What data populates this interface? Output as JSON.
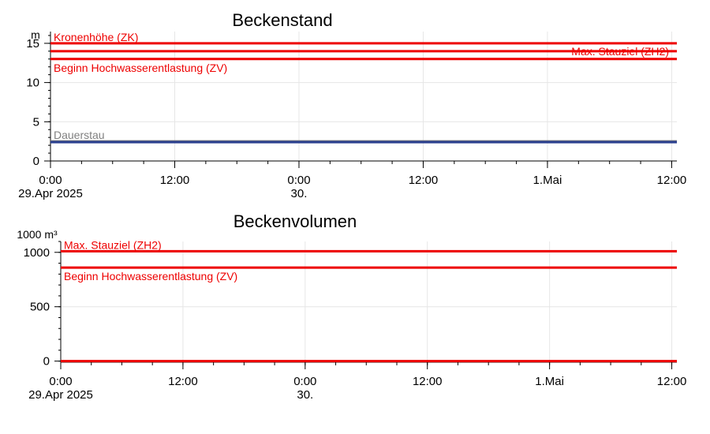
{
  "chart_data": [
    {
      "type": "line",
      "title": "Beckenstand",
      "ylabel": "m",
      "xlim": [
        "2025-04-29 00:00",
        "2025-05-01 12:30"
      ],
      "ylim": [
        0,
        16.5
      ],
      "yticks": [
        0,
        5,
        10,
        15
      ],
      "xticks": [
        {
          "t": "2025-04-29 00:00",
          "label": "0:00",
          "sublabel": "29.Apr 2025"
        },
        {
          "t": "2025-04-29 12:00",
          "label": "12:00",
          "sublabel": ""
        },
        {
          "t": "2025-04-30 00:00",
          "label": "0:00",
          "sublabel": "30."
        },
        {
          "t": "2025-04-30 12:00",
          "label": "12:00",
          "sublabel": ""
        },
        {
          "t": "2025-05-01 00:00",
          "label": "1.Mai",
          "sublabel": ""
        },
        {
          "t": "2025-05-01 12:00",
          "label": "12:00",
          "sublabel": ""
        }
      ],
      "grid": true,
      "reference_lines": [
        {
          "label": "Kronenhöhe (ZK)",
          "value": 15.0,
          "color": "#ee0000",
          "label_position": "left"
        },
        {
          "label": "Max. Stauziel (ZH2)",
          "value": 14.0,
          "color": "#ee0000",
          "label_position": "right"
        },
        {
          "label": "Beginn Hochwasserentlastung (ZV)",
          "value": 13.0,
          "color": "#ee0000",
          "label_position": "left"
        },
        {
          "label": "Dauerstau",
          "value": 2.5,
          "color": "#808080",
          "label_position": "left"
        }
      ],
      "series": [
        {
          "color": "#2a3f8f",
          "x": [
            "2025-04-29 00:00",
            "2025-05-01 12:30"
          ],
          "y": [
            2.4,
            2.4
          ]
        }
      ]
    },
    {
      "type": "line",
      "title": "Beckenvolumen",
      "ylabel": "1000 m³",
      "xlim": [
        "2025-04-29 00:00",
        "2025-05-01 12:30"
      ],
      "ylim": [
        -10,
        1100
      ],
      "yticks": [
        0,
        500,
        1000
      ],
      "xticks": [
        {
          "t": "2025-04-29 00:00",
          "label": "0:00",
          "sublabel": "29.Apr 2025"
        },
        {
          "t": "2025-04-29 12:00",
          "label": "12:00",
          "sublabel": ""
        },
        {
          "t": "2025-04-30 00:00",
          "label": "0:00",
          "sublabel": "30."
        },
        {
          "t": "2025-04-30 12:00",
          "label": "12:00",
          "sublabel": ""
        },
        {
          "t": "2025-05-01 00:00",
          "label": "1.Mai",
          "sublabel": ""
        },
        {
          "t": "2025-05-01 12:00",
          "label": "12:00",
          "sublabel": ""
        }
      ],
      "grid": true,
      "reference_lines": [
        {
          "label": "Max. Stauziel (ZH2)",
          "value": 1010,
          "color": "#ee0000",
          "label_position": "left"
        },
        {
          "label": "Beginn Hochwasserentlastung (ZV)",
          "value": 860,
          "color": "#ee0000",
          "label_position": "left"
        }
      ],
      "series": [
        {
          "color": "#ee0000",
          "x": [
            "2025-04-29 00:00",
            "2025-05-01 12:30"
          ],
          "y": [
            0,
            0
          ]
        }
      ]
    }
  ]
}
